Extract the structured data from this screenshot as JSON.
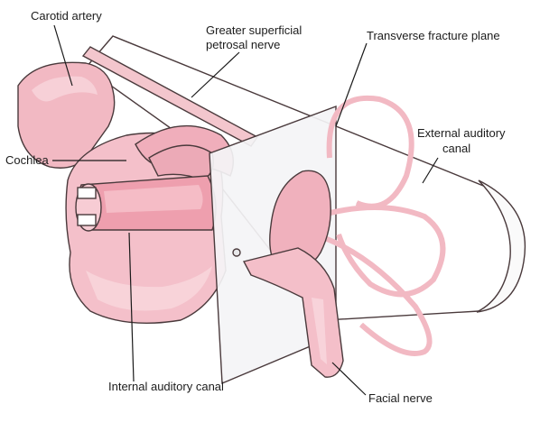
{
  "labels": {
    "carotid_artery": "Carotid artery",
    "greater_superficial_line1": "Greater superficial",
    "greater_superficial_line2": "petrosal nerve",
    "transverse_fracture_plane": "Transverse fracture plane",
    "external_auditory_line1": "External auditory",
    "external_auditory_line2": "canal",
    "cochlea": "Cochlea",
    "internal_auditory_canal": "Internal auditory canal",
    "facial_nerve": "Facial nerve"
  },
  "colors": {
    "tissue_pink": "#f2b9c3",
    "tissue_light": "#f8d6dc",
    "tissue_dark": "#d98a9a",
    "plane_gray": "#f4f4f6",
    "canal_white": "#ffffff",
    "outline": "#4a3a3c"
  }
}
